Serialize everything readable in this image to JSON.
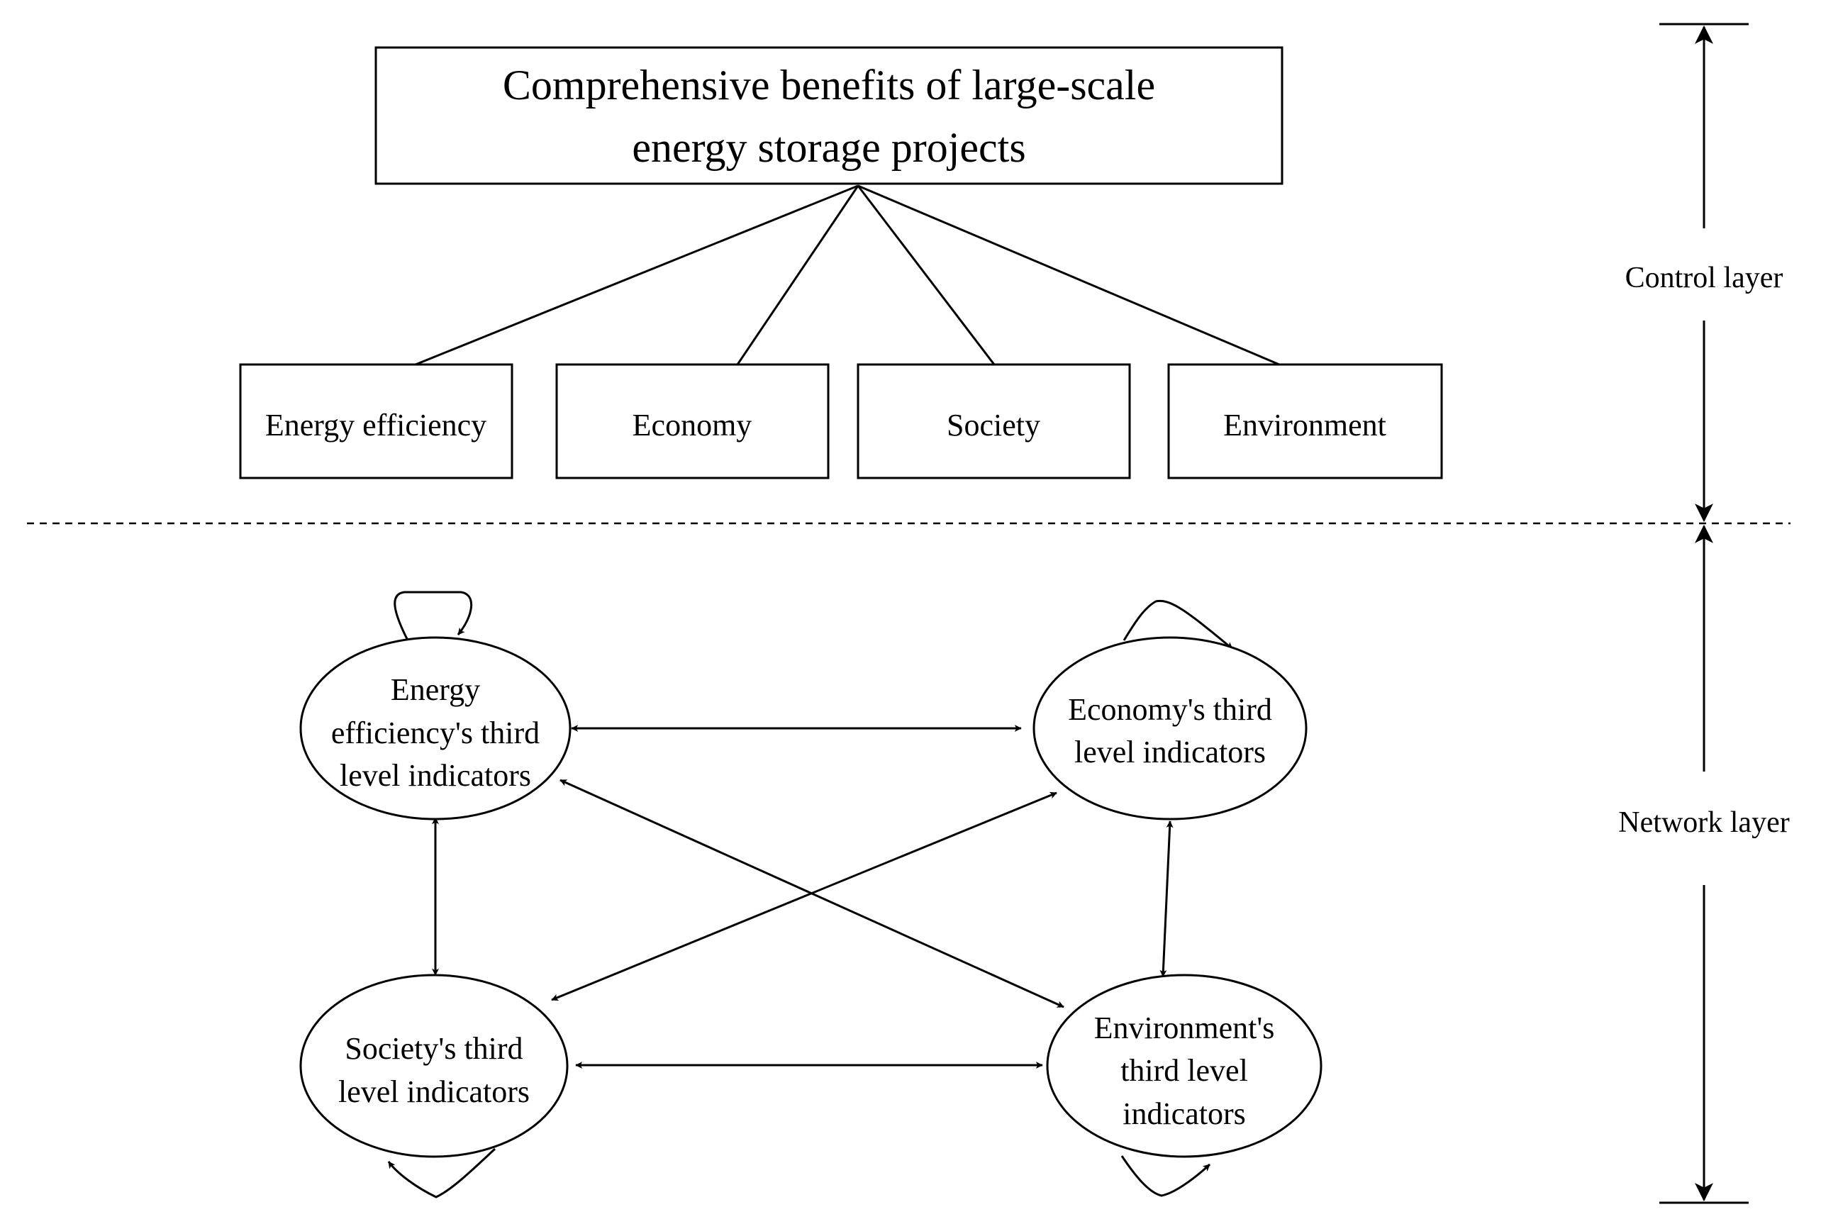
{
  "goal": {
    "lines": [
      "Comprehensive benefits of large-scale",
      "energy storage projects"
    ]
  },
  "criteria": [
    {
      "label": "Energy efficiency"
    },
    {
      "label": "Economy"
    },
    {
      "label": "Society"
    },
    {
      "label": "Environment"
    }
  ],
  "clusters": [
    {
      "lines": [
        "Energy",
        "efficiency's third",
        "level indicators"
      ]
    },
    {
      "lines": [
        "Economy's third",
        "level indicators"
      ]
    },
    {
      "lines": [
        "Society's third",
        "level indicators"
      ]
    },
    {
      "lines": [
        "Environment's",
        "third level",
        "indicators"
      ]
    }
  ],
  "layers": {
    "control": "Control layer",
    "network": "Network layer"
  }
}
